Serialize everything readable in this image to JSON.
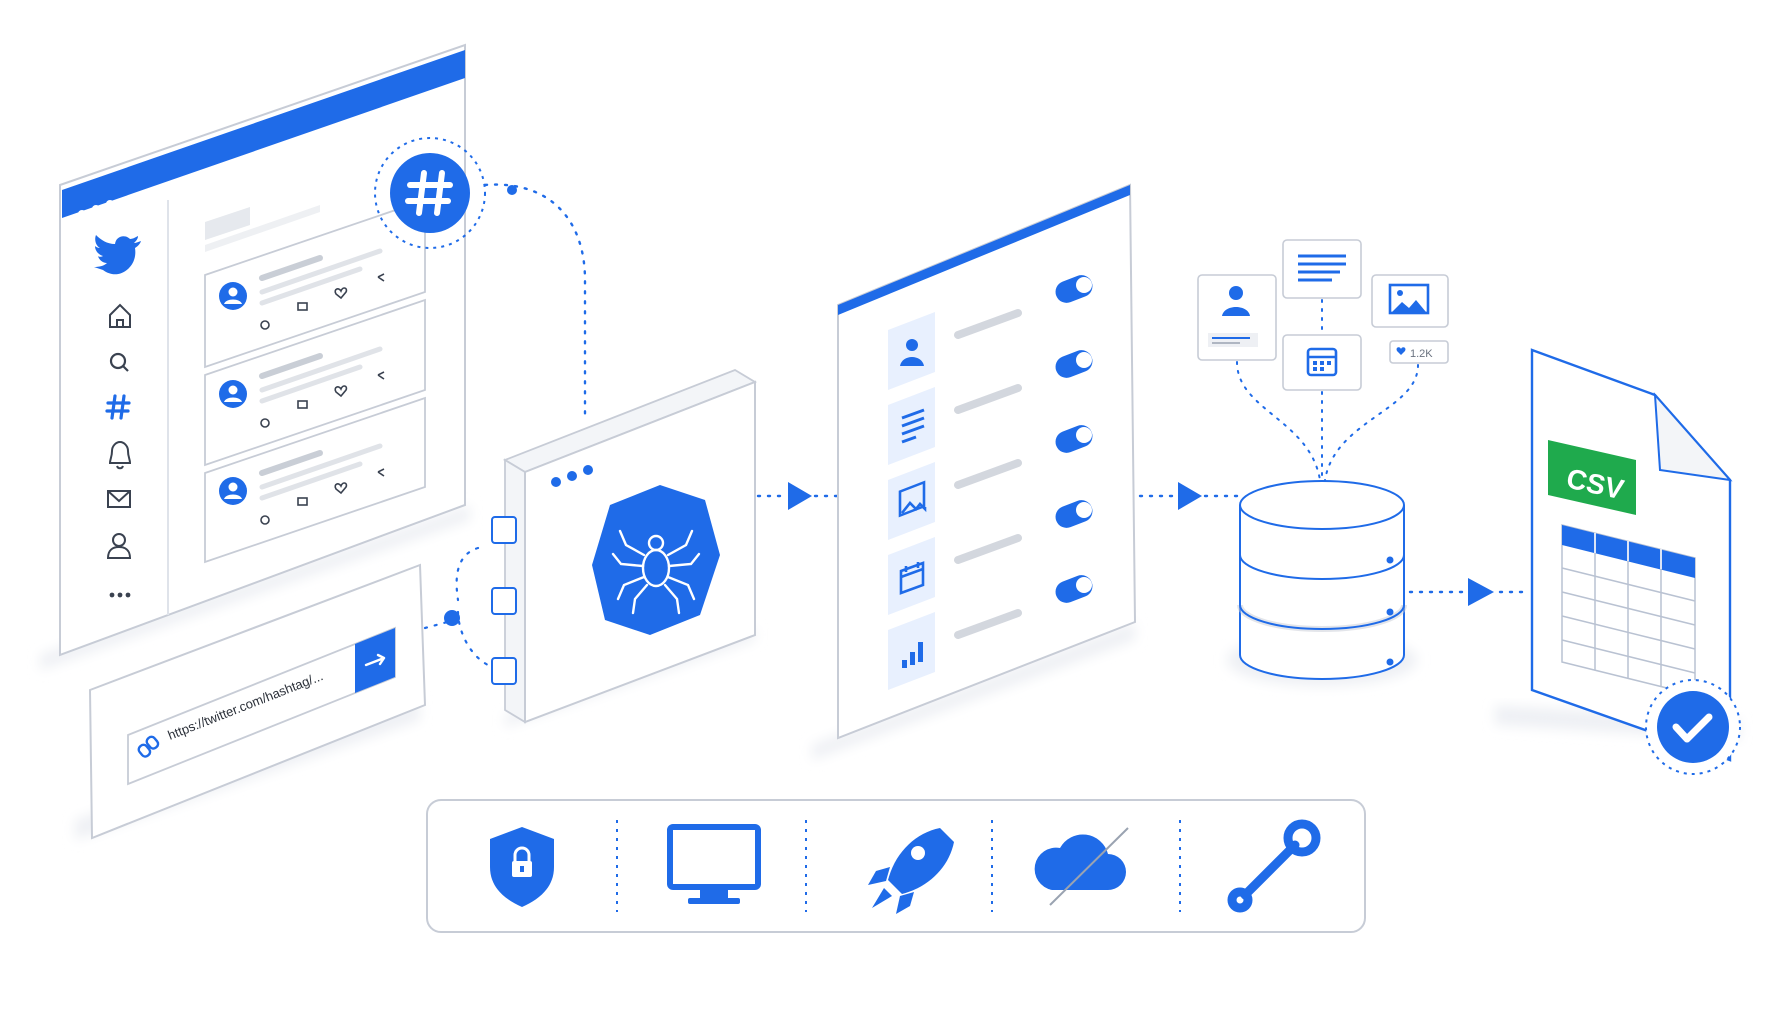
{
  "url_bar": {
    "url": "https://twitter.com/hashtag/..."
  },
  "csv_badge": {
    "label": "CSV"
  },
  "engagement_chip": {
    "label": "1.2K"
  },
  "colors": {
    "accent": "#1f6be8",
    "accent_light": "#e8f0fe",
    "outline": "#c7ccd6",
    "placeholder": "#d9dde3",
    "csv_green": "#1faa4d",
    "panel_bg": "#ffffff"
  },
  "icons": {
    "browser_sidebar": [
      "twitter-bird-icon",
      "home-icon",
      "search-icon",
      "hashtag-icon",
      "bell-icon",
      "mail-icon",
      "profile-icon",
      "more-icon"
    ],
    "tweet_actions": [
      "reply-icon",
      "retweet-icon",
      "like-icon",
      "share-icon"
    ],
    "data_fields": [
      "user-icon",
      "text-icon",
      "image-icon",
      "calendar-icon",
      "chart-icon"
    ],
    "floating_cards": [
      "user-card-icon",
      "text-card-icon",
      "image-card-icon",
      "calendar-card-icon"
    ],
    "features": [
      "shield-lock-icon",
      "monitor-icon",
      "rocket-icon",
      "cloud-icon",
      "wrench-icon"
    ]
  }
}
